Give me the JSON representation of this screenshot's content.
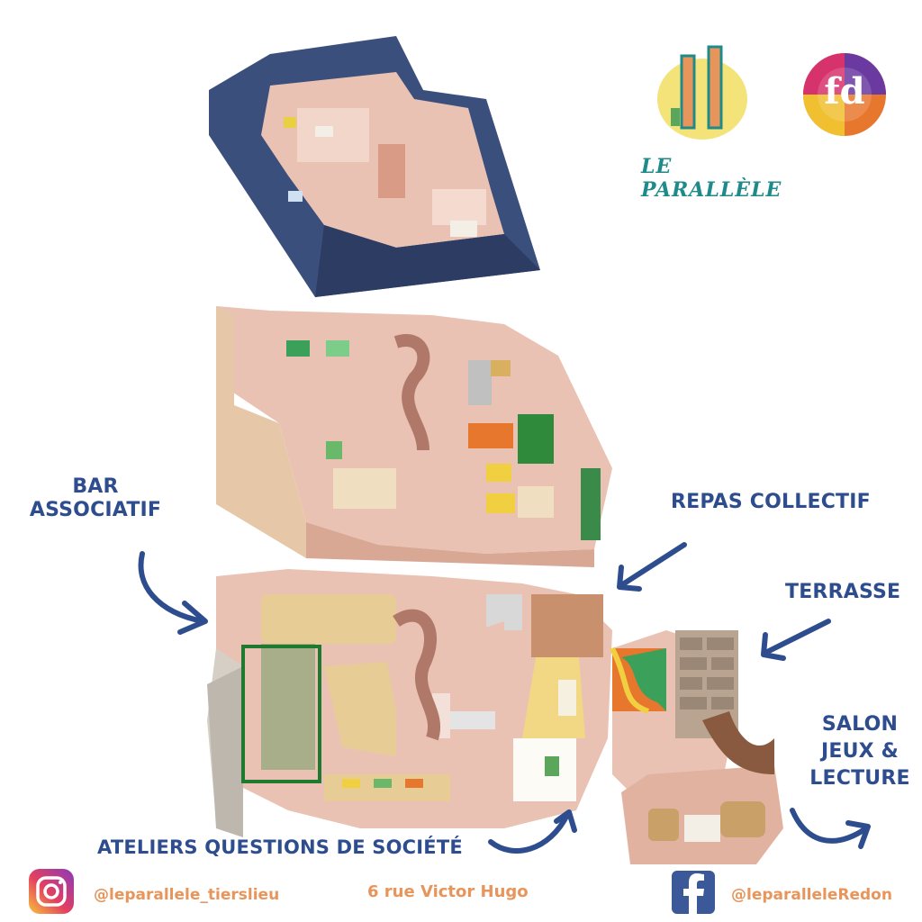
{
  "labels": {
    "bar": [
      "BAR",
      "ASSOCIATIF"
    ],
    "repas": "REPAS COLLECTIF",
    "terrasse": "TERRASSE",
    "salon": [
      "SALON",
      "JEUX &",
      "LECTURE"
    ],
    "ateliers": "ATELIERS QUESTIONS DE SOCIÉTÉ"
  },
  "logos": {
    "le_parallele": "LE PARALLÈLE",
    "fd": "fd"
  },
  "footer": {
    "instagram_handle": "@leparallele_tierslieu",
    "address": "6 rue Victor Hugo",
    "facebook_handle": "@leparalleleRedon"
  },
  "colors": {
    "label_blue": "#2e4d8f",
    "address_orange": "#e8955b",
    "roof_blue": "#3b4f7c",
    "wall_pink": "#e9bfae"
  }
}
